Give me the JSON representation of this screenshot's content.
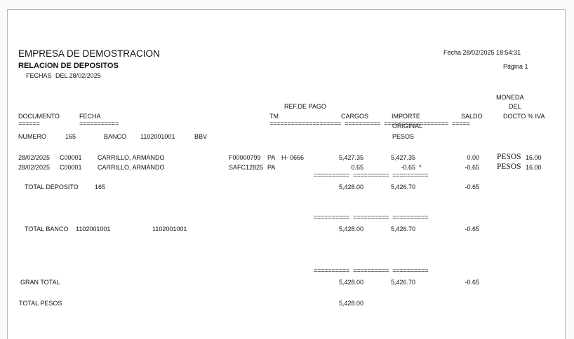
{
  "header": {
    "company": "EMPRESA DE DEMOSTRACION",
    "report_title": "RELACION DE DEPOSITOS",
    "fechas_label": "FECHAS",
    "del_label": "DEL 28/02/2025",
    "fecha_print": "Fecha 28/02/2025 18:54:31",
    "pagina": "Página 1"
  },
  "columns": {
    "documento": "DOCUMENTO",
    "fecha": "FECHA",
    "ref_pago": "REF.DE PAGO",
    "tm": "TM",
    "cargos": "CARGOS",
    "importe": "IMPORTE",
    "original": "ORIGINAL",
    "saldo": "SALDO",
    "moneda1": "MONEDA",
    "moneda2": "DEL",
    "moneda3": "DOCTO",
    "iva": "% IVA"
  },
  "underlines": {
    "documento": "======",
    "fecha": "===========",
    "right": "==================== ==========  ================== =====",
    "total_line": "========== ==========    =========="
  },
  "numero_row": {
    "label": "NUMERO",
    "numero": "165",
    "banco_label": "BANCO",
    "cuenta": "1102001001",
    "banco": "BBV",
    "pesos": "PESOS"
  },
  "rows": [
    {
      "fecha": "28/02/2025",
      "cliente": "C00001",
      "nombre": "CARRILLO, ARMANDO",
      "ref": "F00000799",
      "tm": "PA",
      "ref2": "H- 0666",
      "cargos": "5,427.35",
      "importe": "5,427.35",
      "flag": "",
      "saldo": "0.00",
      "moneda": "PESOS",
      "iva": "16.00"
    },
    {
      "fecha": "28/02/2025",
      "cliente": "C00001",
      "nombre": "CARRILLO, ARMANDO",
      "ref": "SAFC12825",
      "tm": "PA",
      "ref2": "",
      "cargos": "0.65",
      "importe": "-0.65",
      "flag": "*",
      "saldo": "-0.65",
      "moneda": "PESOS",
      "iva": "16.00"
    }
  ],
  "total_deposito": {
    "label": "TOTAL DEPOSITO",
    "numero": "165",
    "cargos": "5,428.00",
    "importe": "5,426.70",
    "saldo": "-0.65"
  },
  "total_banco": {
    "label": "TOTAL BANCO",
    "cuenta1": "1102001001",
    "cuenta2": "1102001001",
    "cargos": "5,428.00",
    "importe": "5,426.70",
    "saldo": "-0.65"
  },
  "gran_total": {
    "label": "GRAN TOTAL",
    "cargos": "5,428.00",
    "importe": "5,426.70",
    "saldo": "-0.65"
  },
  "total_pesos": {
    "label": "TOTAL PESOS",
    "cargos": "5,428.00"
  }
}
